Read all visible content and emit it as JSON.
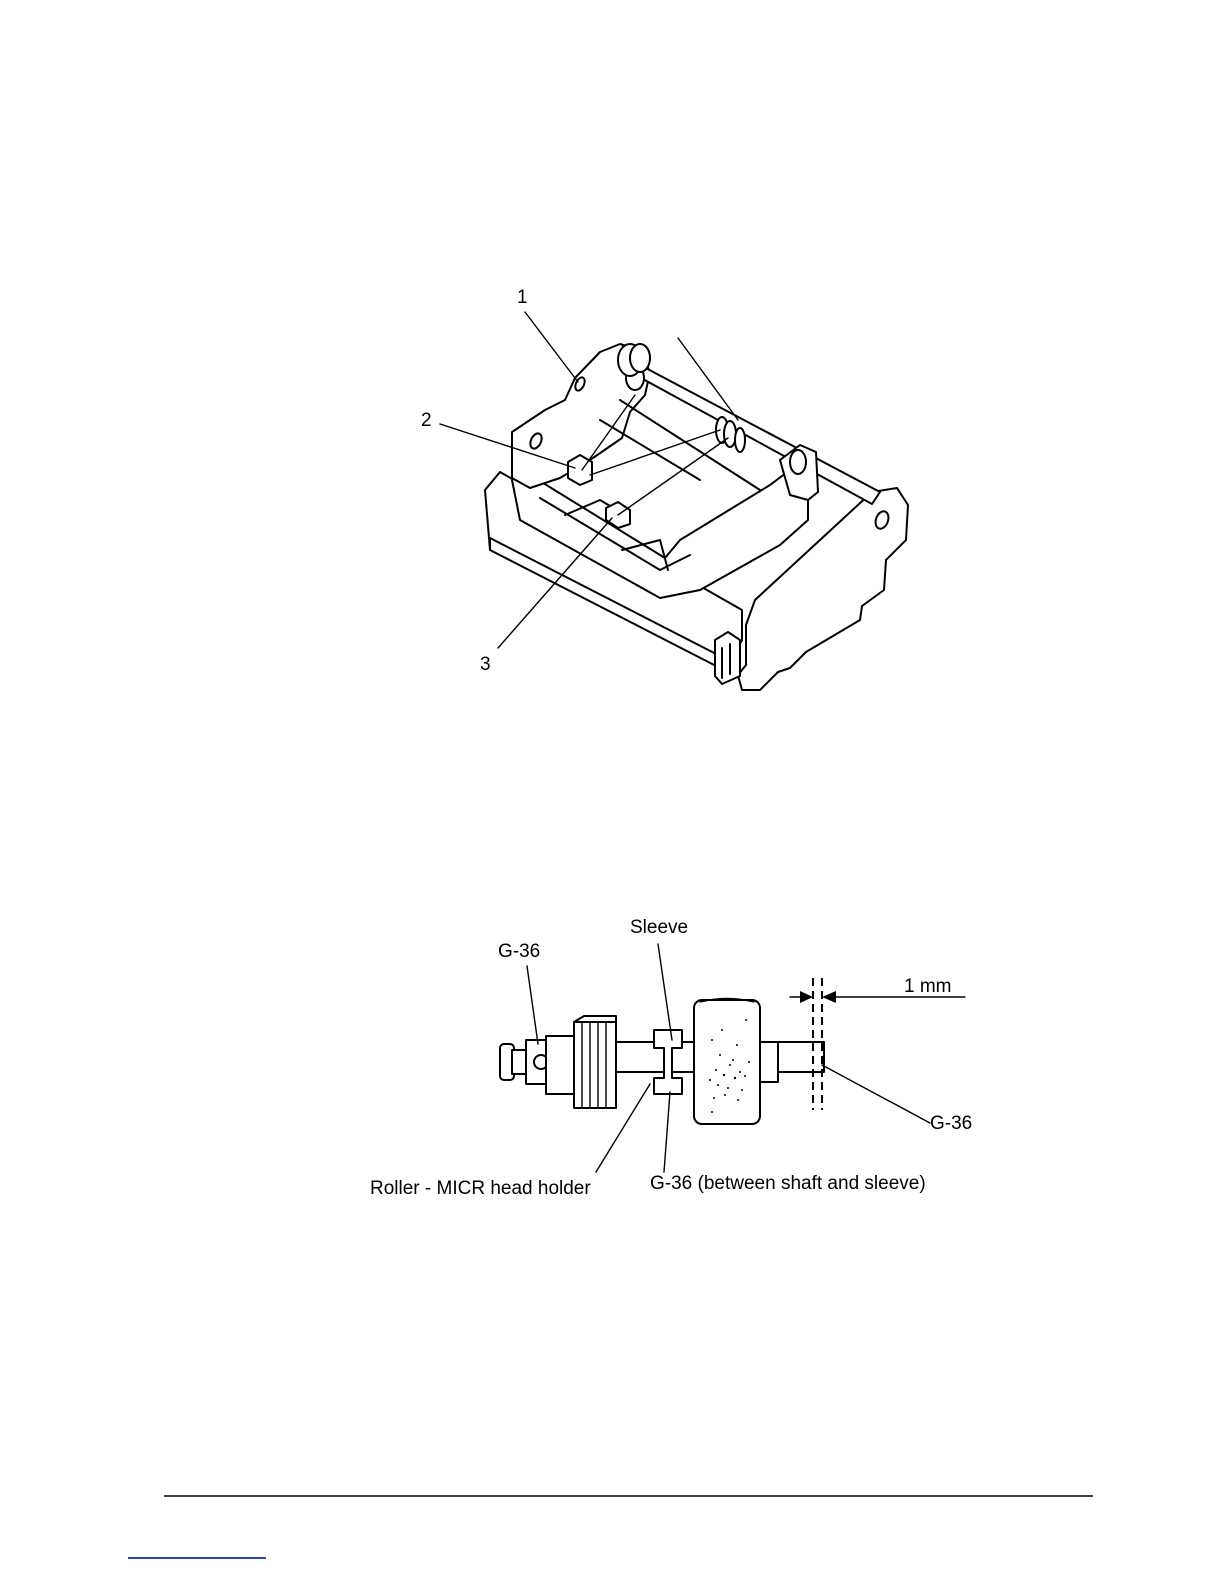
{
  "figure1": {
    "callouts": [
      "1",
      "2",
      "3"
    ]
  },
  "figure2": {
    "labels": {
      "sleeve": "Sleeve",
      "g36_top": "G-36",
      "one_mm": "1 mm",
      "g36_right": "G-36",
      "roller": "Roller - MICR head holder",
      "g36_between": "G-36 (between shaft and sleeve)"
    }
  }
}
